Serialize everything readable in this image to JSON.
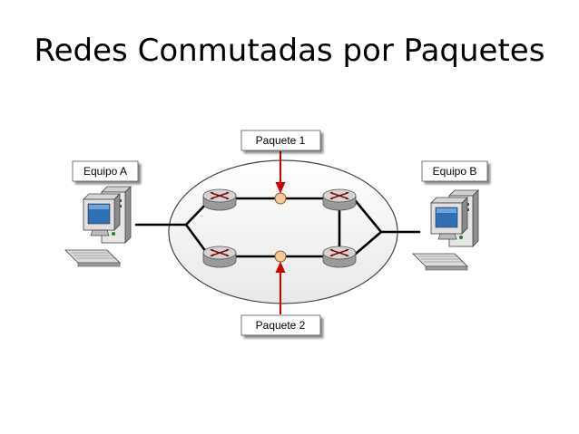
{
  "slide": {
    "title": "Redes Conmutadas por Paquetes"
  },
  "diagram": {
    "labels": {
      "host_a": "Equipo A",
      "host_b": "Equipo B",
      "packet_1": "Paquete 1",
      "packet_2": "Paquete 2"
    },
    "colors": {
      "link": "#000000",
      "arrow": "#cc0000",
      "packet": "#f5c99a",
      "router_top": "#d9d9d9",
      "router_side": "#a6a6a6",
      "cloud_fill": "#f2f2f2"
    }
  }
}
